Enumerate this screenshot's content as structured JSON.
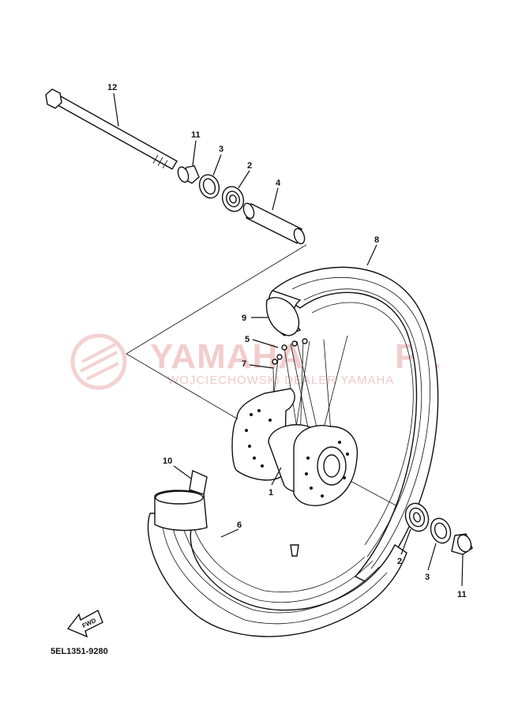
{
  "watermark": {
    "brand": "YAMAHA",
    "suffix": "PL",
    "subtitle": "WOJCIECHOWSKI DEALER YAMAHA",
    "accent_color": "#e9a6a6"
  },
  "diagram": {
    "part_code": "5EL1351-9280",
    "direction_label": "FWD",
    "callouts": [
      "12",
      "11",
      "3",
      "2",
      "4",
      "8",
      "9",
      "5",
      "7",
      "10",
      "1",
      "6",
      "2",
      "3",
      "11"
    ]
  }
}
